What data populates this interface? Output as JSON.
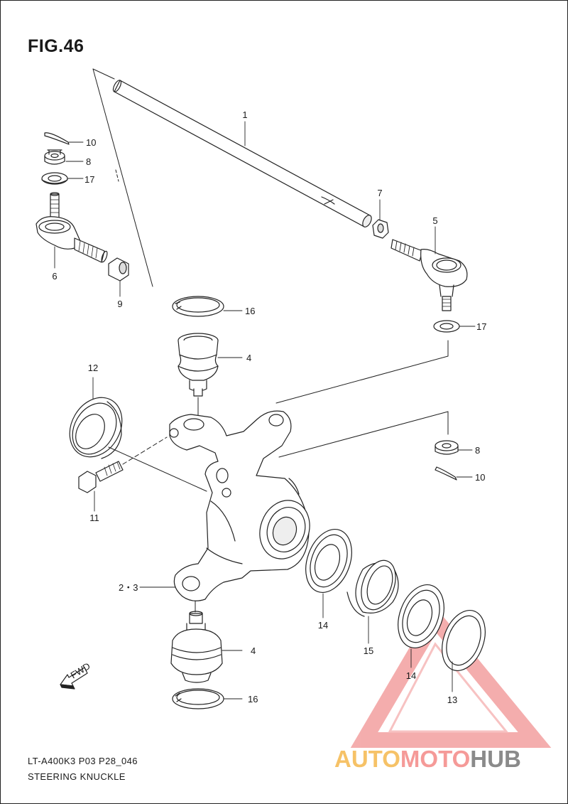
{
  "figure": {
    "title": "FIG.46",
    "model_code": "LT-A400K3 P03 P28_046",
    "caption": "STEERING KNUCKLE",
    "direction_label": "FWD"
  },
  "callouts": [
    {
      "id": "c1",
      "label": "1"
    },
    {
      "id": "c10a",
      "label": "10"
    },
    {
      "id": "c8a",
      "label": "8"
    },
    {
      "id": "c17a",
      "label": "17"
    },
    {
      "id": "c7",
      "label": "7"
    },
    {
      "id": "c5",
      "label": "5"
    },
    {
      "id": "c6",
      "label": "6"
    },
    {
      "id": "c9",
      "label": "9"
    },
    {
      "id": "c16a",
      "label": "16"
    },
    {
      "id": "c17b",
      "label": "17"
    },
    {
      "id": "c4a",
      "label": "4"
    },
    {
      "id": "c12",
      "label": "12"
    },
    {
      "id": "c8b",
      "label": "8"
    },
    {
      "id": "c10b",
      "label": "10"
    },
    {
      "id": "c11",
      "label": "11"
    },
    {
      "id": "c23",
      "label": "2・3"
    },
    {
      "id": "c14a",
      "label": "14"
    },
    {
      "id": "c15",
      "label": "15"
    },
    {
      "id": "c14b",
      "label": "14"
    },
    {
      "id": "c13",
      "label": "13"
    },
    {
      "id": "c4b",
      "label": "4"
    },
    {
      "id": "c16b",
      "label": "16"
    }
  ],
  "watermark": {
    "part1": "AUTO",
    "part2": "MOTO",
    "part3": "HUB",
    "color_triangle": "#f08b8b",
    "color_auto": "#f6c267",
    "color_moto": "#f59a98",
    "color_hub": "#8a8a8a"
  }
}
